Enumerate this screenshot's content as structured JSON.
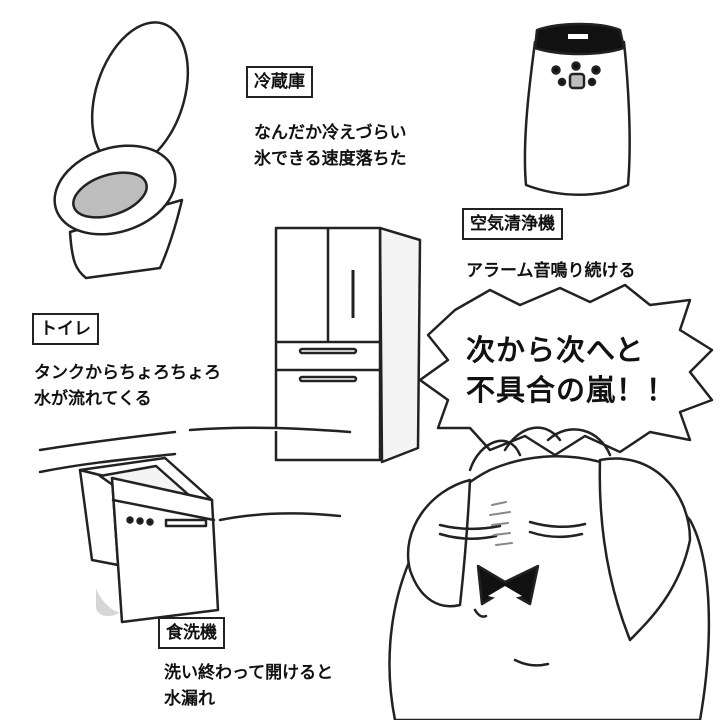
{
  "items": [
    {
      "id": "fridge",
      "label": "冷蔵庫",
      "lines": [
        "なんだか冷えづらい",
        "氷できる速度落ちた"
      ]
    },
    {
      "id": "purifier",
      "label": "空気清浄機",
      "lines": [
        "アラーム音鳴り続ける"
      ]
    },
    {
      "id": "toilet",
      "label": "トイレ",
      "lines": [
        "タンクからちょろちょろ",
        "水が流れてくる"
      ]
    },
    {
      "id": "dishwasher",
      "label": "食洗機",
      "lines": [
        "洗い終わって開けると",
        "水漏れ"
      ]
    }
  ],
  "shout": {
    "lines": [
      "次から次へと",
      "不具合の嵐！！"
    ]
  },
  "colors": {
    "ink": "#222222",
    "gray": "#bdbdbd",
    "paper": "#ffffff"
  }
}
